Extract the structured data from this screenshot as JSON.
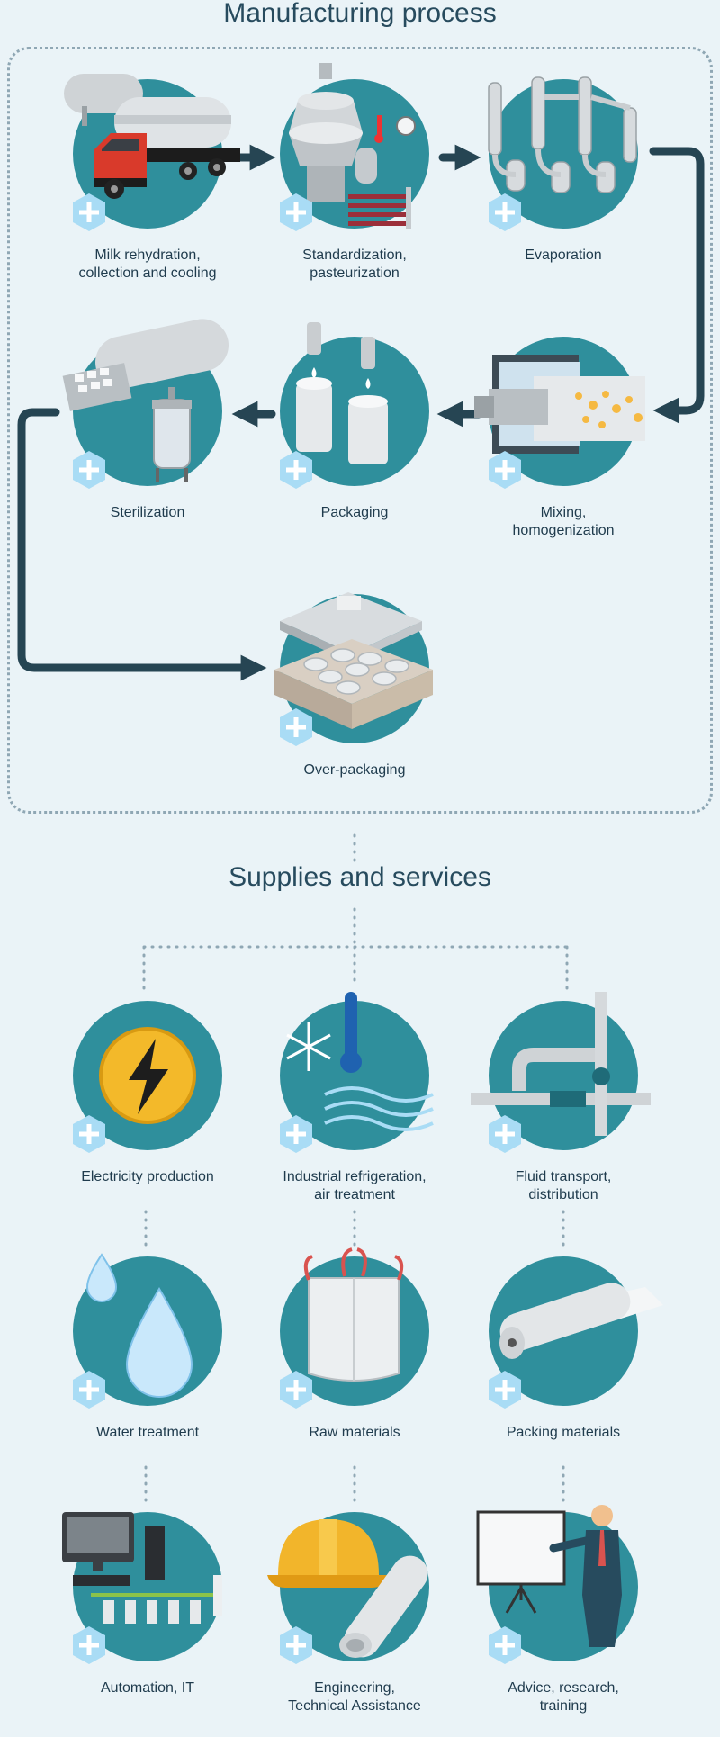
{
  "manufacturing": {
    "title": "Manufacturing process",
    "steps": [
      {
        "label": "Milk rehydration,\ncollection and cooling",
        "icon": "tanker-truck-icon"
      },
      {
        "label": "Standardization,\npasteurization",
        "icon": "separator-icon"
      },
      {
        "label": "Evaporation",
        "icon": "evaporator-icon"
      },
      {
        "label": "Mixing,\nhomogenization",
        "icon": "mixer-icon"
      },
      {
        "label": "Packaging",
        "icon": "can-filling-icon"
      },
      {
        "label": "Sterilization",
        "icon": "autoclave-icon"
      },
      {
        "label": "Over-packaging",
        "icon": "pallet-press-icon"
      }
    ]
  },
  "supplies": {
    "title": "Supplies and services",
    "items": [
      {
        "label": "Electricity production",
        "icon": "lightning-icon"
      },
      {
        "label": "Industrial refrigeration,\nair treatment",
        "icon": "snowflake-thermometer-icon"
      },
      {
        "label": "Fluid transport,\ndistribution",
        "icon": "pipes-valve-icon"
      },
      {
        "label": "Water treatment",
        "icon": "water-drop-icon"
      },
      {
        "label": "Raw materials",
        "icon": "bulk-bag-icon"
      },
      {
        "label": "Packing materials",
        "icon": "film-roll-icon"
      },
      {
        "label": "Automation, IT",
        "icon": "computer-icon"
      },
      {
        "label": "Engineering,\nTechnical Assistance",
        "icon": "hardhat-plans-icon"
      },
      {
        "label": "Advice, research,\ntraining",
        "icon": "presenter-icon"
      }
    ]
  },
  "colors": {
    "background": "#eaf3f7",
    "circle": "#2f8f9c",
    "plus_badge": "#a9dcf5",
    "arrow": "#264553",
    "title": "#274b5e",
    "dotted": "#8fa7b4"
  }
}
